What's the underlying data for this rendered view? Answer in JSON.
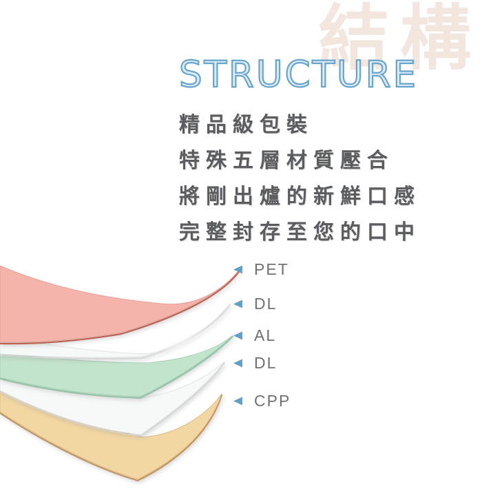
{
  "watermark": {
    "text": "結構",
    "color": "#f3e6df"
  },
  "header": {
    "title": "STRUCTURE",
    "outline_color": "#68a4cb",
    "fill_color": "#dcecf7"
  },
  "description": {
    "color": "#5b5c5f",
    "lines": [
      "精品級包裝",
      "特殊五層材質壓合",
      "將剛出爐的新鮮口感",
      "完整封存至您的口中"
    ]
  },
  "diagram": {
    "arrow_color": "#5f9fc8",
    "label_color": "#6e7073",
    "layers": [
      {
        "label": "PET",
        "fill": "#f5b4ab",
        "edge": "#bb6355"
      },
      {
        "label": "DL",
        "fill": "#f7f8f8",
        "edge": "#d3d6d5"
      },
      {
        "label": "AL",
        "fill": "#c3e4cc",
        "edge": "#94c3a8"
      },
      {
        "label": "DL",
        "fill": "#f7f8f8",
        "edge": "#d3d6d5"
      },
      {
        "label": "CPP",
        "fill": "#f2d7a3",
        "edge": "#c4945f"
      }
    ]
  }
}
